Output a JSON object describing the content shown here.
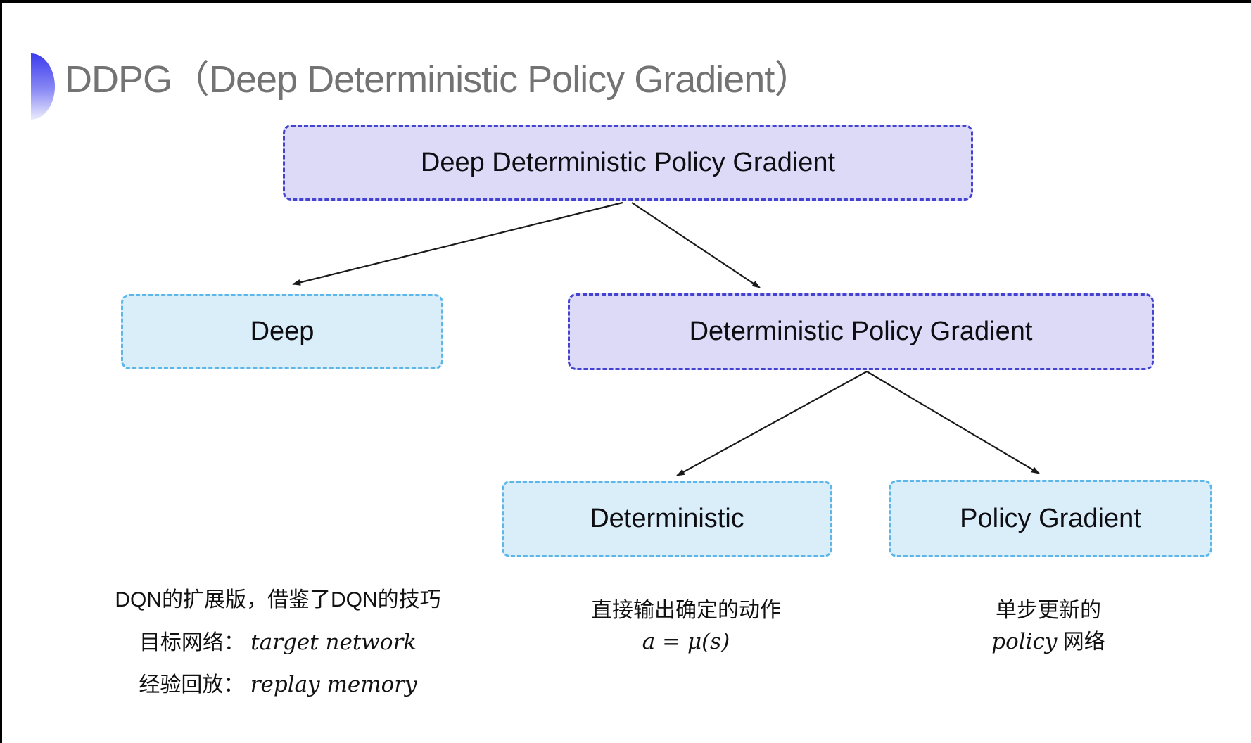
{
  "title": {
    "text": "DDPG（Deep Deterministic Policy Gradient）"
  },
  "diagram": {
    "nodes": {
      "root": "Deep Deterministic Policy Gradient",
      "deep": "Deep",
      "dpg": "Deterministic Policy Gradient",
      "deterministic": "Deterministic",
      "policy_gradient": "Policy Gradient"
    }
  },
  "annotations": {
    "deep_note": {
      "line1": "DQN的扩展版，借鉴了DQN的技巧",
      "line2_label": "目标网络：",
      "line2_term": "target network",
      "line3_label": "经验回放：",
      "line3_term": "replay memory"
    },
    "deterministic_note": {
      "line1": "直接输出确定的动作",
      "formula": "a = μ(s)"
    },
    "policy_gradient_note": {
      "line1": "单步更新的",
      "term": "policy",
      "suffix": " 网络"
    }
  },
  "colors": {
    "purple_fill": "#dcdaf7",
    "purple_border": "#4343cf",
    "cyan_fill": "#daeefa",
    "cyan_border": "#5cb6e8",
    "title_gray": "#737373",
    "arrow": "#1a1a1a",
    "bullet_gradient_top": "#3b3bee",
    "bullet_gradient_bottom": "#ecedfc"
  }
}
